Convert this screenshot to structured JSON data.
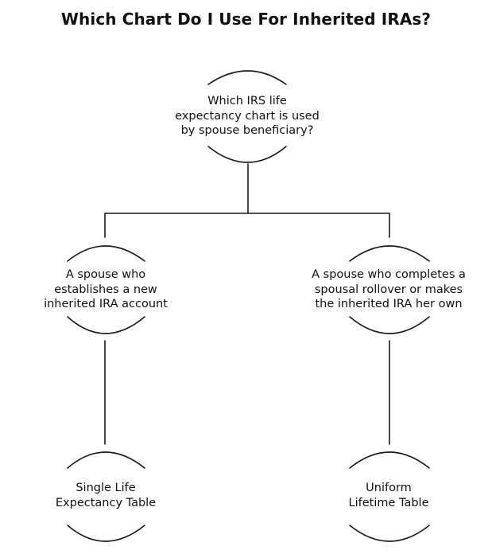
{
  "title": "Which Chart Do I Use For Inherited IRAs?",
  "nodes": {
    "root": {
      "lines": [
        "Which IRS life",
        "expectancy chart is used",
        "by spouse beneficiary?"
      ]
    },
    "left": {
      "lines": [
        "A spouse who",
        "establishes a new",
        "inherited IRA account"
      ]
    },
    "right": {
      "lines": [
        "A spouse who completes a",
        "spousal rollover or makes",
        "the inherited IRA her own"
      ]
    },
    "left_result": {
      "lines": [
        "Single Life",
        "Expectancy Table"
      ]
    },
    "right_result": {
      "lines": [
        "Uniform",
        "Lifetime Table"
      ]
    }
  },
  "colors": {
    "line": "#1a1a1a",
    "text": "#111111",
    "background": "#ffffff"
  }
}
